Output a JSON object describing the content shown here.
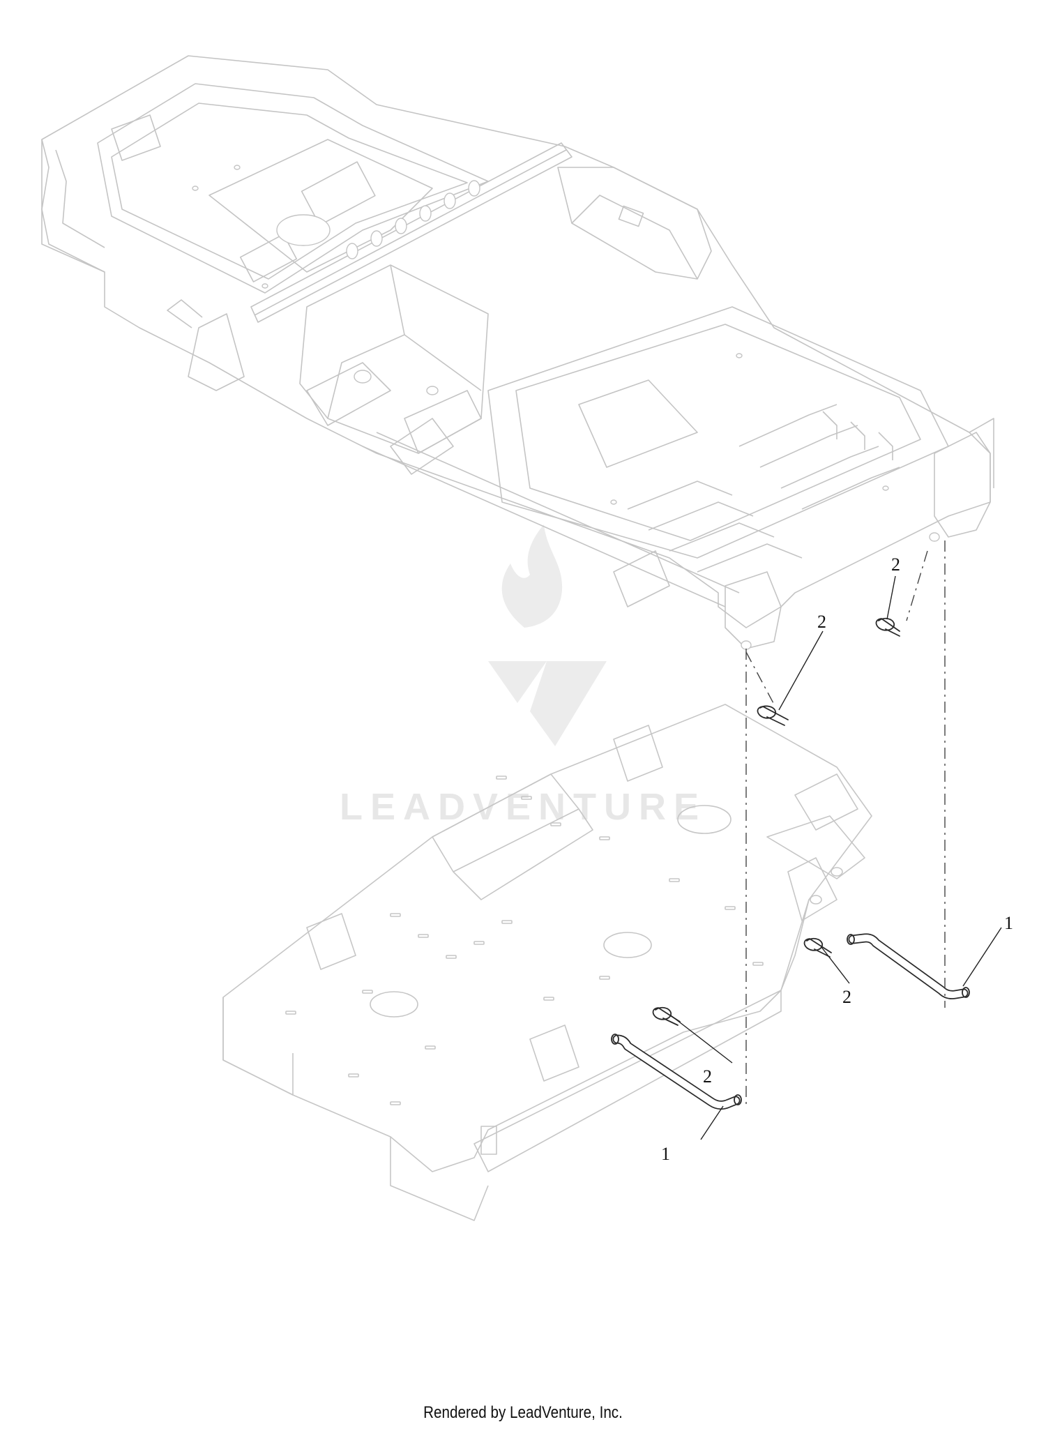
{
  "callouts": {
    "c1": "1",
    "c2": "1",
    "c3": "2",
    "c4": "2",
    "c5": "2",
    "c6": "2"
  },
  "watermark": {
    "text": "LEADVENTURE"
  },
  "footer": {
    "text": "Rendered by LeadVenture, Inc."
  },
  "colors": {
    "frame_line": "#c4c4c4",
    "part_line": "#2a2a2a",
    "callout_text": "#111111",
    "watermark": "#e7e7e7",
    "background": "#ffffff"
  }
}
